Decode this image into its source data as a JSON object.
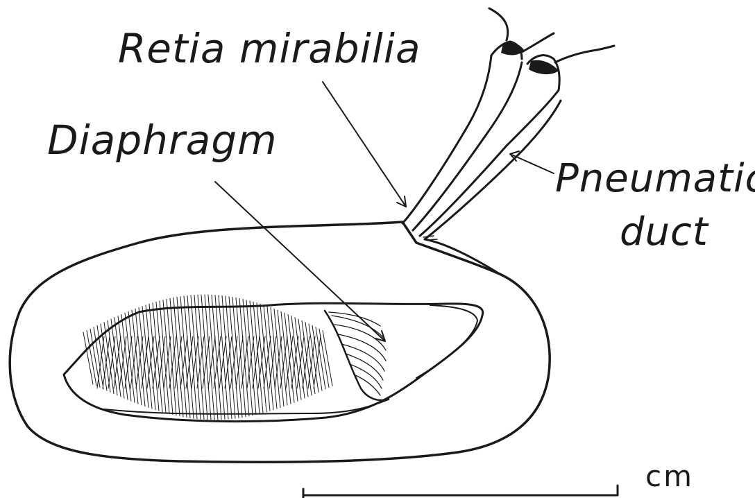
{
  "labels": {
    "retia_mirabilia": "Retia mirabilia",
    "diaphragm": "Diaphragm",
    "pneumatic_line1": "Pneumatic",
    "pneumatic_line2": "duct",
    "scale_unit": "cm"
  },
  "colors": {
    "ink": "#1a1a1a",
    "paper": "#ffffff"
  }
}
